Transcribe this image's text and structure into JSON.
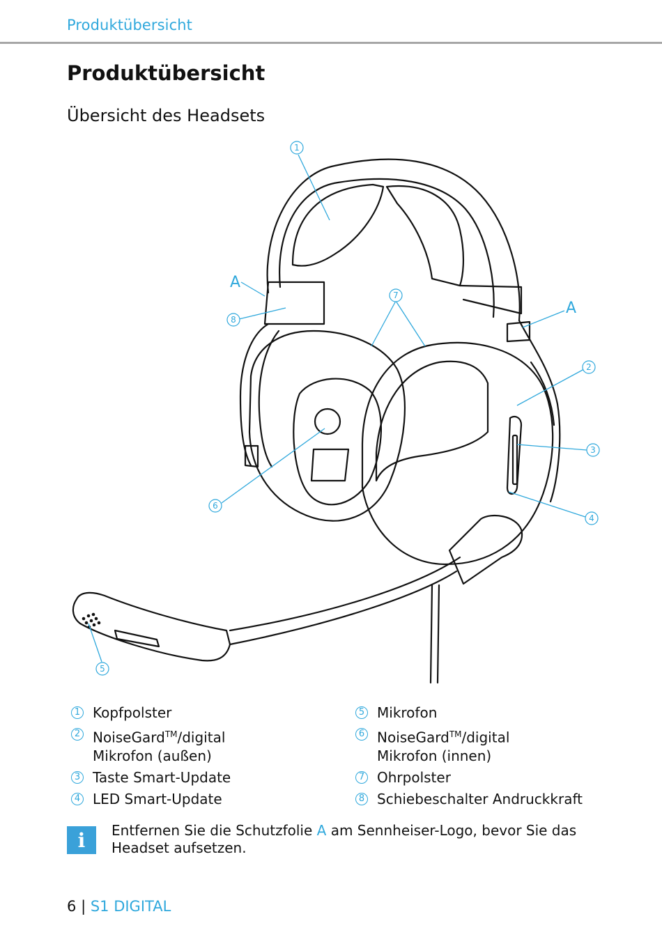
{
  "header": {
    "running_title": "Produktübersicht"
  },
  "page": {
    "title": "Produktübersicht",
    "subtitle": "Übersicht des Headsets"
  },
  "figure": {
    "callouts": [
      "1",
      "2",
      "3",
      "4",
      "5",
      "6",
      "7",
      "8"
    ],
    "callout_A": "A"
  },
  "legend": {
    "items": [
      {
        "num": "1",
        "text": "Kopfpolster"
      },
      {
        "num": "2",
        "text_main": "NoiseGard",
        "sup": "TM",
        "text_rest": "/digital\nMikrofon (außen)"
      },
      {
        "num": "3",
        "text": "Taste Smart-Update"
      },
      {
        "num": "4",
        "text": "LED Smart-Update"
      },
      {
        "num": "5",
        "text": "Mikrofon"
      },
      {
        "num": "6",
        "text_main": "NoiseGard",
        "sup": "TM",
        "text_rest": "/digital\nMikrofon (innen)"
      },
      {
        "num": "7",
        "text": "Ohrpolster"
      },
      {
        "num": "8",
        "text": "Schiebeschalter Andruckkraft"
      }
    ]
  },
  "note": {
    "icon": "info-icon",
    "before": "Entfernen Sie die Schutzfolie ",
    "marker": "A",
    "after": " am Sennheiser-Logo, bevor Sie das Headset aufsetzen."
  },
  "footer": {
    "page_number": "6",
    "separator": "|",
    "product": "S1 DIGITAL"
  },
  "colors": {
    "accent": "#2fa8dc",
    "rule": "#a6a6a6",
    "info_bg": "#3aa1d9"
  }
}
